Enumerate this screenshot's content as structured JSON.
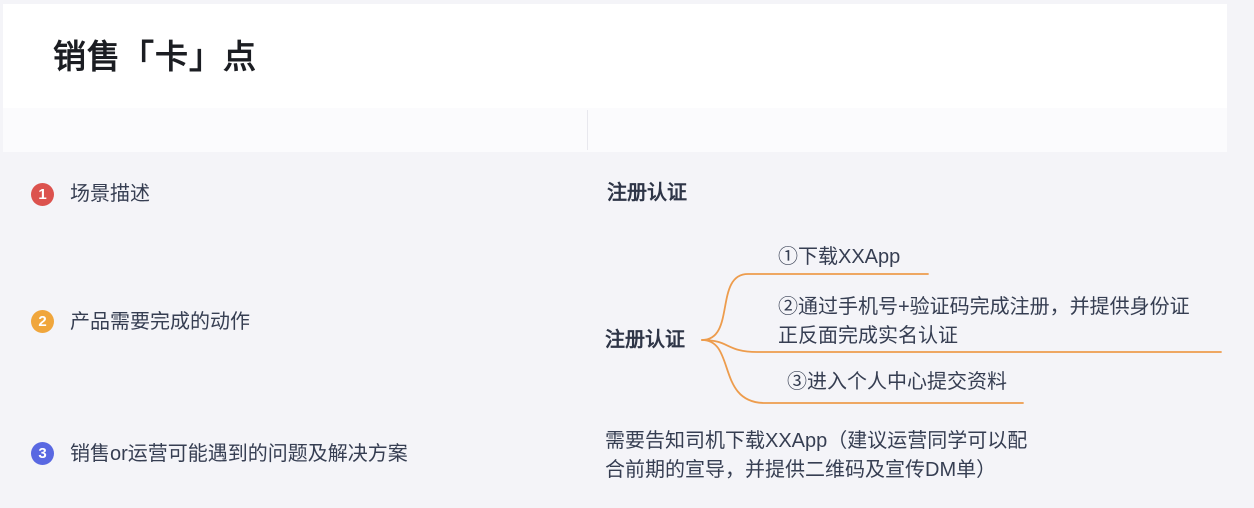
{
  "title": "销售「卡」点",
  "colors": {
    "background": "#F4F4F8",
    "card": "#FFFFFF",
    "header_band": "#FBFBFD",
    "text": "#363E52",
    "title_text": "#1B1D22",
    "badge_1": "#DC524E",
    "badge_2": "#F0A63C",
    "badge_3": "#5968E2",
    "branch_line": "#ED9C4D"
  },
  "rows": [
    {
      "num": "1",
      "label": "场景描述"
    },
    {
      "num": "2",
      "label": "产品需要完成的动作"
    },
    {
      "num": "3",
      "label": "销售or运营可能遇到的问题及解决方案"
    }
  ],
  "values": {
    "row1": "注册认证",
    "row3": "需要告知司机下载XXApp（建议运营同学可以配\n合前期的宣导，并提供二维码及宣传DM单）"
  },
  "mindmap": {
    "root": "注册认证",
    "nodes": [
      "①下载XXApp",
      "②通过手机号+验证码完成注册，并提供身份证\n正反面完成实名认证",
      "③进入个人中心提交资料"
    ]
  }
}
